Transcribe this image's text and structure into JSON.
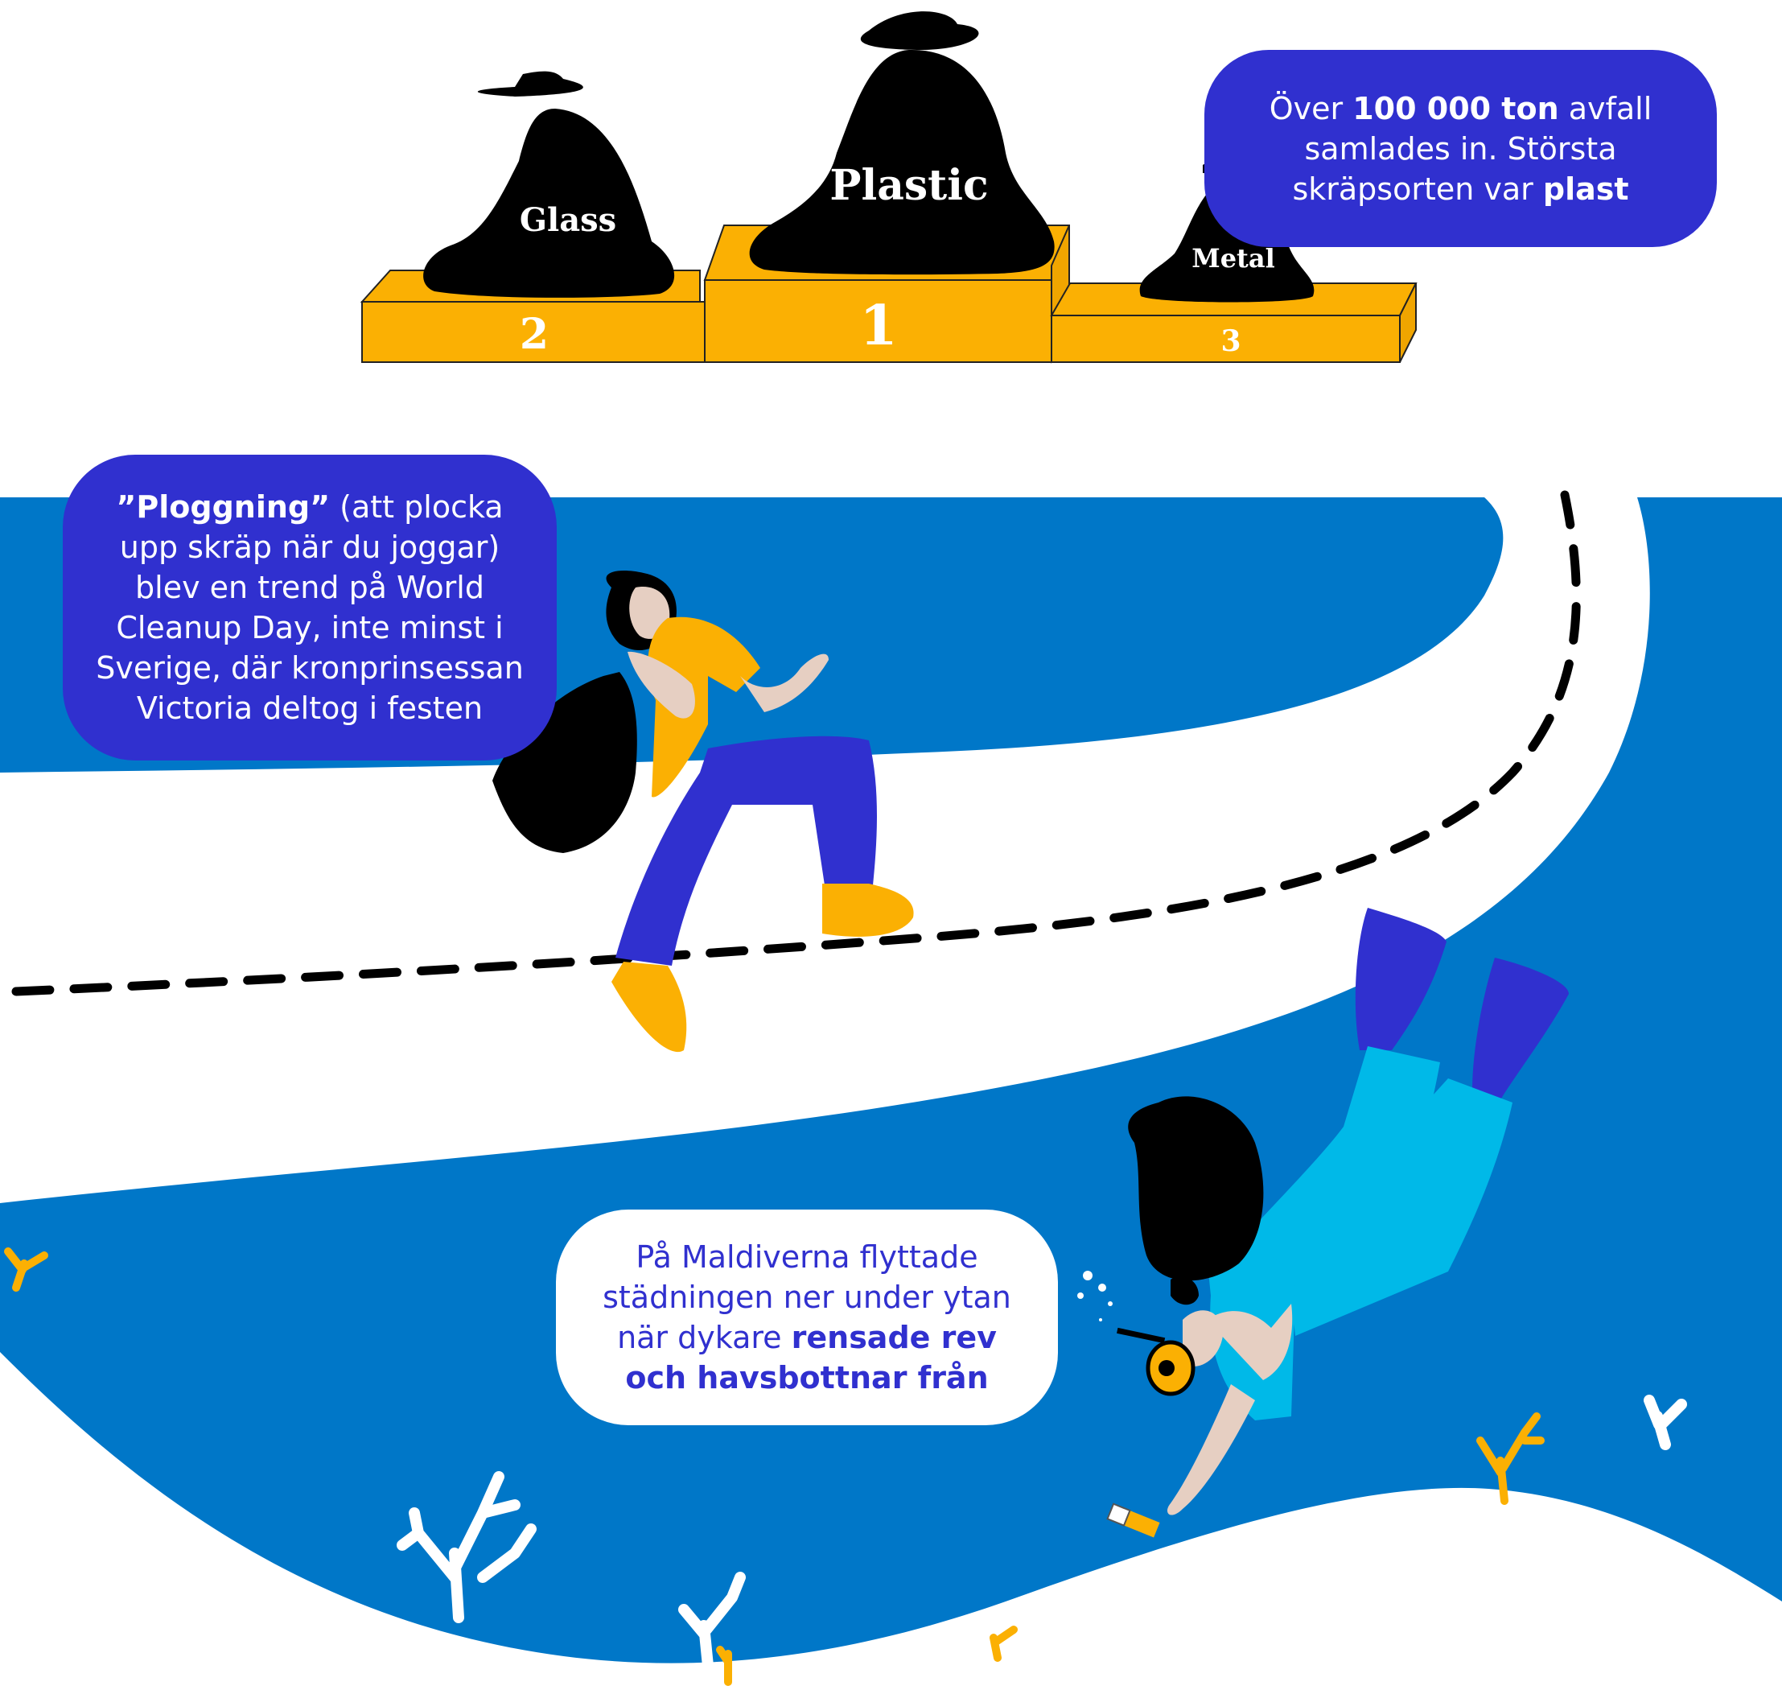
{
  "podium": {
    "places": [
      {
        "rank": "1",
        "label": "Plastic"
      },
      {
        "rank": "2",
        "label": "Glass"
      },
      {
        "rank": "3",
        "label": "Metal"
      }
    ]
  },
  "colors": {
    "ocean": "#0077c8",
    "bubble_blue": "#3030cf",
    "podium_gold": "#fbb003",
    "shirt_orange": "#fbb003",
    "pants_blue": "#3030cf",
    "wetsuit_cyan": "#00b9e8",
    "skin": "#e6cfc2"
  },
  "facts": {
    "total": {
      "before": "Över ",
      "bold": "100 000 ton",
      "middle": " avfall samlades in. Största skräpsorten var ",
      "bold2": "plast"
    },
    "plogging": {
      "bold": "”Ploggning”",
      "rest": " (att plocka upp skräp när du joggar) blev en trend på World Cleanup Day, inte minst i Sverige, där kronprinsessan Victoria deltog i festen"
    },
    "maldives": {
      "before": "På Maldiverna flyttade städningen ner under ytan när dykare ",
      "bold": "rensade rev och havsbottnar från"
    }
  },
  "icons": [
    "trash-bag-icon",
    "podium-icon",
    "road-icon",
    "jogger-illustration",
    "diver-illustration",
    "coral-icon",
    "cigarette-butt-icon",
    "bubbles-icon"
  ]
}
